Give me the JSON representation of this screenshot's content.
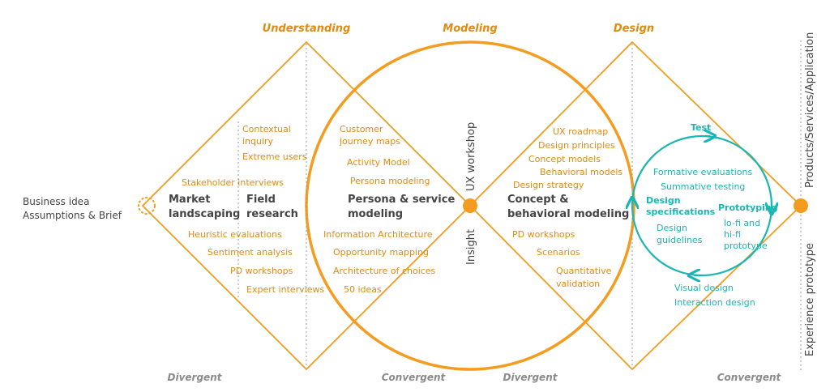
{
  "colors": {
    "orange": "#f39c1f",
    "orange_text": "#e08a12",
    "dark": "#444444",
    "teal": "#1ab6b3",
    "gray": "#8a8a8a",
    "dotted": "#999999"
  },
  "phases": {
    "understanding": "Understanding",
    "modeling": "Modeling",
    "design": "Design"
  },
  "bottom": {
    "divergent_1": "Divergent",
    "convergent_1": "Convergent",
    "divergent_2": "Divergent",
    "convergent_2": "Convergent"
  },
  "start": {
    "line1": "Business idea",
    "line2": "Assumptions & Brief"
  },
  "end": {
    "top": "Products/Services/Application",
    "bottom": "Experience prototype"
  },
  "center": {
    "ux_workshop": "UX workshop",
    "insight": "Insight"
  },
  "understanding": {
    "market_1": "Market",
    "market_2": "landscaping",
    "field_1": "Field",
    "field_2": "research",
    "items_right": [
      "Contextual",
      "inquiry",
      "Extreme users"
    ],
    "stakeholder": "Stakeholder interviews",
    "items_bottom": [
      "Heuristic  evaluations",
      "Sentiment analysis",
      "PD workshops",
      "Expert interviews"
    ]
  },
  "modeling_left": {
    "title_1": "Persona & service",
    "title_2": "modeling",
    "items_top": [
      "Customer",
      "journey maps",
      "Activity Model",
      "Persona modeling"
    ],
    "items_bottom": [
      "Information Architecture",
      "Opportunity mapping",
      "Architecture of choices",
      "50 ideas"
    ]
  },
  "modeling_right": {
    "title_1": "Concept &",
    "title_2": "behavioral modeling",
    "items_top": [
      "UX roadmap",
      "Design principles",
      "Concept models",
      "Behavioral models",
      "Design strategy"
    ],
    "items_bottom": [
      "PD workshops",
      "Scenarios",
      "Quantitative",
      "validation"
    ]
  },
  "design": {
    "test": "Test",
    "formative": "Formative evaluations",
    "summative": "Summative testing",
    "spec_1": "Design",
    "spec_2": "specifications",
    "guide_1": "Design",
    "guide_2": "guidelines",
    "prototyping": "Prototyping",
    "lofi_1": "lo-fi and",
    "lofi_2": "hi-fi",
    "lofi_3": "prototype",
    "visual": "Visual design",
    "interaction": "Interaction design"
  }
}
